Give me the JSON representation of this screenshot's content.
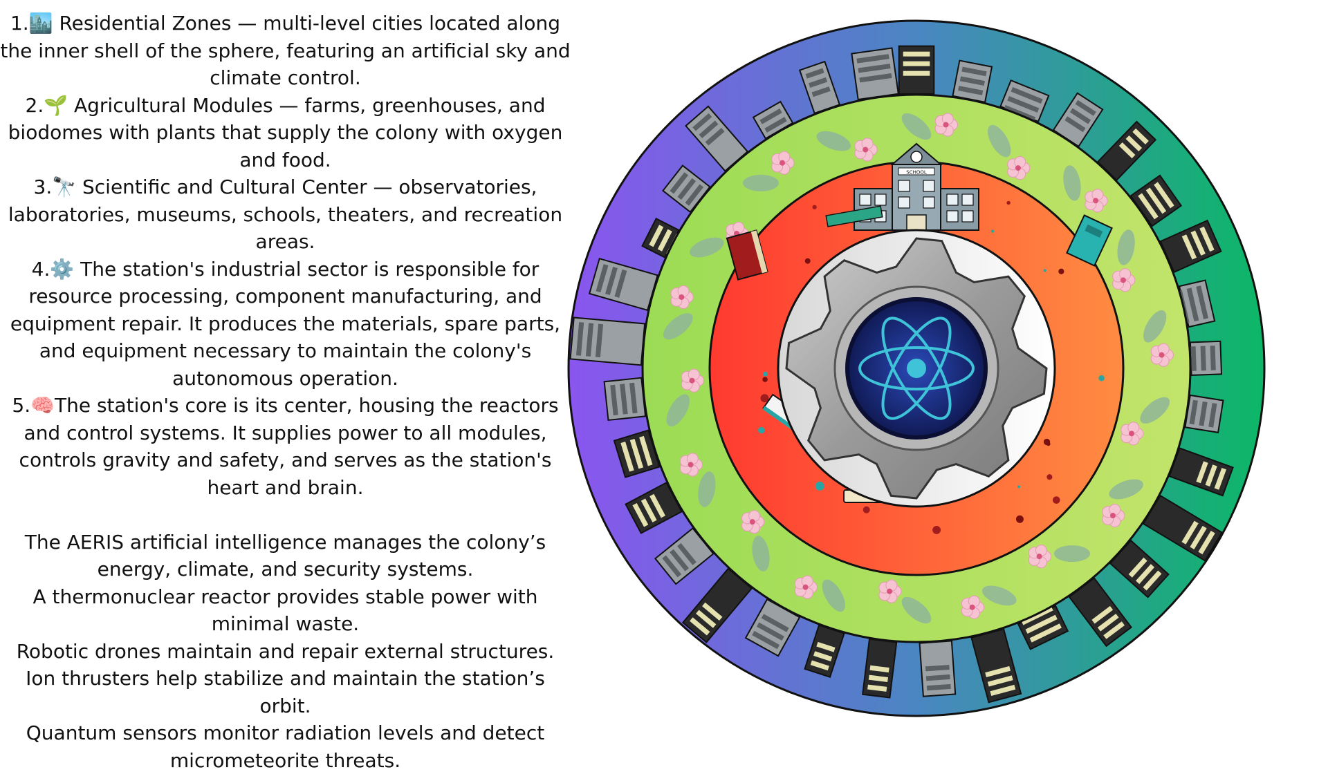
{
  "modules": [
    {
      "num": "1.",
      "icon": "🏙️",
      "icon_name": "city-icon",
      "text": " Residential Zones — multi-level cities located along the inner shell of the sphere, featuring an artificial sky and climate control."
    },
    {
      "num": "2.",
      "icon": "🌱",
      "icon_name": "seedling-icon",
      "text": " Agricultural Modules — farms, greenhouses, and biodomes with plants that supply the colony with oxygen and food."
    },
    {
      "num": "3.",
      "icon": "🔭",
      "icon_name": "telescope-icon",
      "text": " Scientific and Cultural Center — observatories, laboratories, museums, schools, theaters, and recreation areas."
    },
    {
      "num": "4.",
      "icon": "⚙️",
      "icon_name": "gear-icon",
      "text": " The station's industrial sector is responsible for resource processing, component manufacturing, and equipment repair. It produces the materials, spare parts, and equipment necessary to maintain the colony's autonomous operation."
    },
    {
      "num": "5.",
      "icon": "🧠",
      "icon_name": "brain-icon",
      "text": "The station's core is its center, housing the reactors and control systems. It supplies power to all modules, controls gravity and safety, and serves as the station's heart and brain."
    }
  ],
  "notes": [
    "The AERIS artificial intelligence manages the colony’s energy, climate, and security systems.",
    "A thermonuclear reactor provides stable power with minimal waste.",
    "Robotic drones maintain and repair external structures.",
    "Ion thrusters help stabilize and maintain the station’s orbit.",
    "Quantum sensors monitor radiation levels and detect micrometeorite threats."
  ],
  "school_sign": "SCHOOL",
  "colors": {
    "outer_left": "#8a55ef",
    "outer_right": "#0cb766",
    "green_ring": "#a8de5e",
    "red_left": "#ff3a30",
    "red_right": "#ff8c42",
    "gear": "#a9a9a9",
    "core": "#1b2f8a",
    "atom": "#3fc3d8"
  }
}
